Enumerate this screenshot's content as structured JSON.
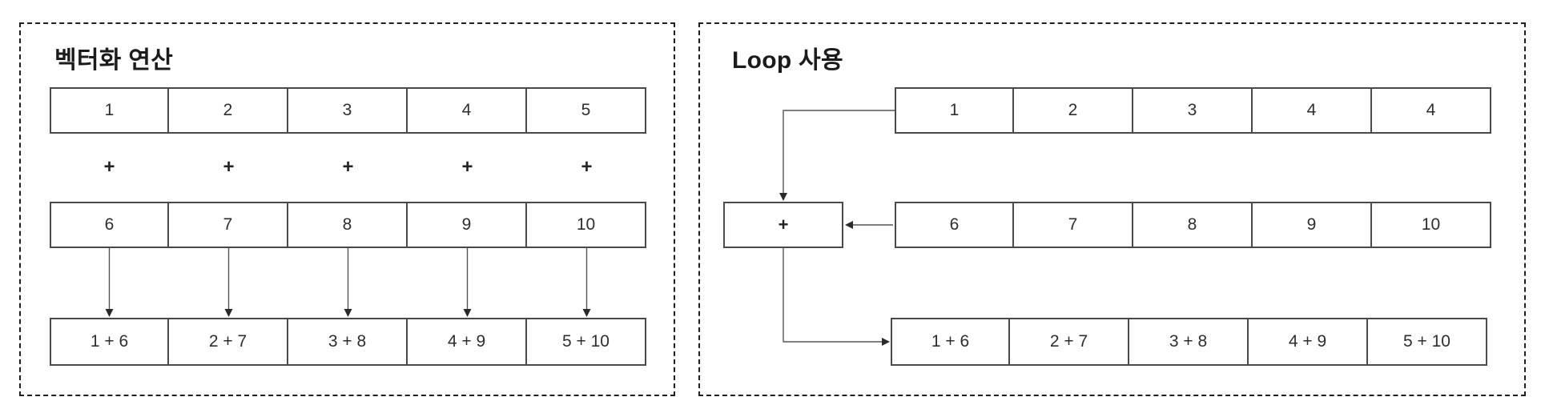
{
  "left_panel": {
    "title": "벡터화 연산",
    "row1": [
      "1",
      "2",
      "3",
      "4",
      "5"
    ],
    "operators": [
      "+",
      "+",
      "+",
      "+",
      "+"
    ],
    "row2": [
      "6",
      "7",
      "8",
      "9",
      "10"
    ],
    "row3": [
      "1 + 6",
      "2 + 7",
      "3 + 8",
      "4 + 9",
      "5 + 10"
    ]
  },
  "right_panel": {
    "title": "Loop 사용",
    "row1": [
      "1",
      "2",
      "3",
      "4",
      "4"
    ],
    "operator_box": "+",
    "row2": [
      "6",
      "7",
      "8",
      "9",
      "10"
    ],
    "row3": [
      "1 + 6",
      "2 + 7",
      "3 + 8",
      "4 + 9",
      "5 + 10"
    ]
  },
  "colors": {
    "background": "#ffffff",
    "box_border": "#4a4a4a",
    "panel_dash_border": "#1f1f1f",
    "connector_line": "#555555",
    "arrowhead": "#2a2a2a",
    "text": "#2e2e2e"
  }
}
